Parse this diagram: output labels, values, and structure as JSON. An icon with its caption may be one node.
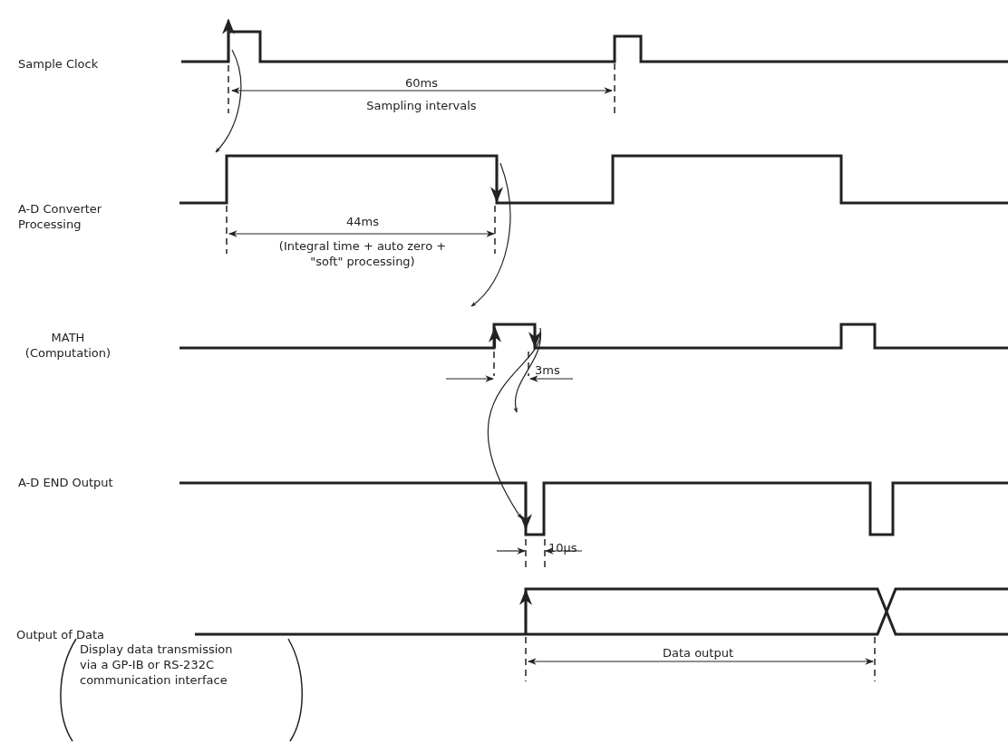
{
  "diagram": {
    "labels": [
      "Sample Clock",
      "60ms",
      "Sampling intervals",
      "A-D Converter Processing",
      "44ms",
      "(Integral time + auto zero + \"soft\" processing)",
      "MATH (Computation)",
      "3ms",
      "A-D END Output",
      "10μs",
      "Output of Data",
      "Display data transmission via a GP-IB or RS-232C communication interface",
      "Data output"
    ]
  }
}
